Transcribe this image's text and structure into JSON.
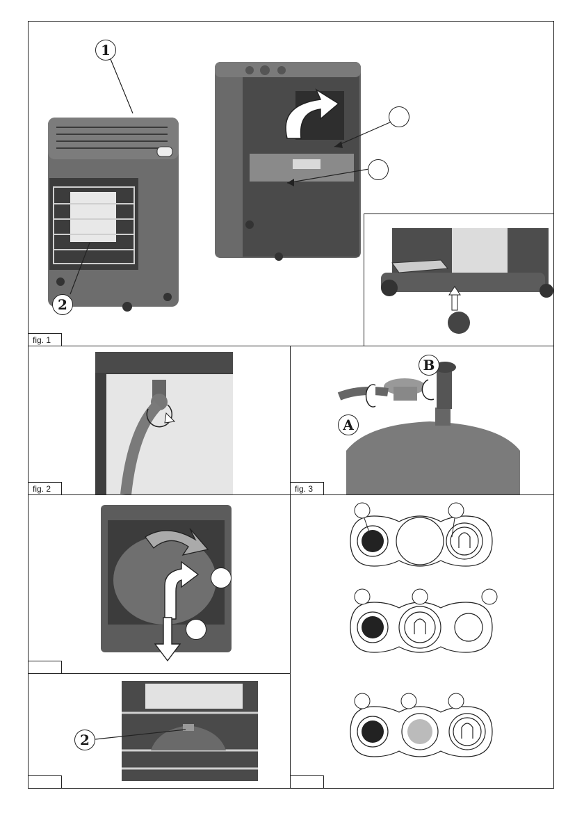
{
  "figures": {
    "fig1": {
      "label": "fig. 1",
      "callouts": [
        "1",
        "2"
      ]
    },
    "fig2": {
      "label": "fig. 2"
    },
    "fig3": {
      "label": "fig. 3",
      "callouts": [
        "A",
        "B"
      ]
    },
    "fig5": {
      "callouts": [
        "2"
      ]
    }
  }
}
